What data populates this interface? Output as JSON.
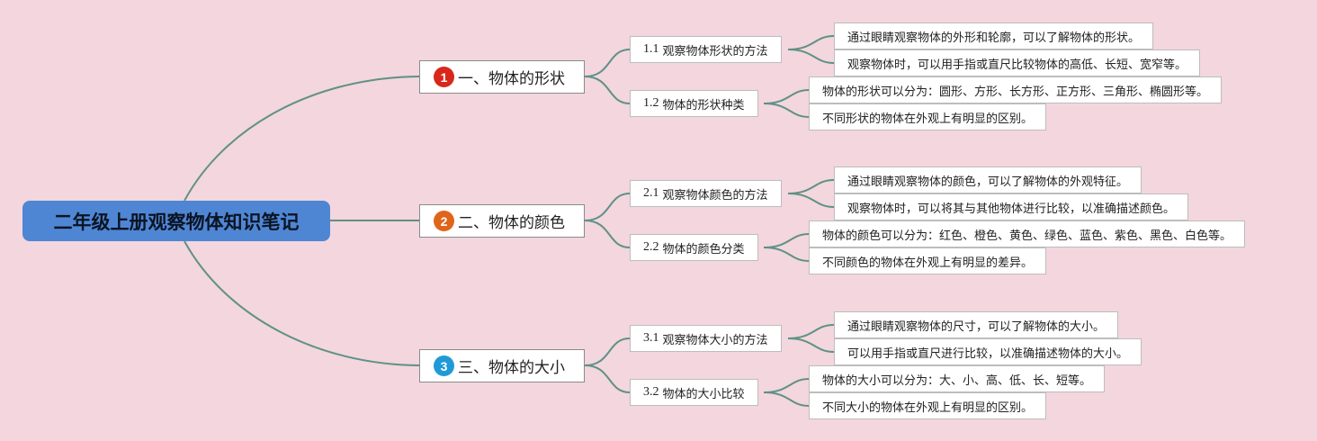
{
  "root": {
    "title": "二年级上册观察物体知识笔记"
  },
  "branches": [
    {
      "number": "1",
      "color": "#d9271c",
      "label": "一、物体的形状",
      "subs": [
        {
          "number": "1.1",
          "label": "观察物体形状的方法",
          "leaves": [
            "通过眼睛观察物体的外形和轮廓，可以了解物体的形状。",
            "观察物体时，可以用手指或直尺比较物体的高低、长短、宽窄等。"
          ]
        },
        {
          "number": "1.2",
          "label": "物体的形状种类",
          "leaves": [
            "物体的形状可以分为：圆形、方形、长方形、正方形、三角形、椭圆形等。",
            "不同形状的物体在外观上有明显的区别。"
          ]
        }
      ]
    },
    {
      "number": "2",
      "color": "#e0641a",
      "label": "二、物体的颜色",
      "subs": [
        {
          "number": "2.1",
          "label": "观察物体颜色的方法",
          "leaves": [
            "通过眼睛观察物体的颜色，可以了解物体的外观特征。",
            "观察物体时，可以将其与其他物体进行比较，以准确描述颜色。"
          ]
        },
        {
          "number": "2.2",
          "label": "物体的颜色分类",
          "leaves": [
            "物体的颜色可以分为：红色、橙色、黄色、绿色、蓝色、紫色、黑色、白色等。",
            "不同颜色的物体在外观上有明显的差异。"
          ]
        }
      ]
    },
    {
      "number": "3",
      "color": "#1f9ad6",
      "label": "三、物体的大小",
      "subs": [
        {
          "number": "3.1",
          "label": "观察物体大小的方法",
          "leaves": [
            "通过眼睛观察物体的尺寸，可以了解物体的大小。",
            "可以用手指或直尺进行比较，以准确描述物体的大小。"
          ]
        },
        {
          "number": "3.2",
          "label": "物体的大小比较",
          "leaves": [
            "物体的大小可以分为：大、小、高、低、长、短等。",
            "不同大小的物体在外观上有明显的区别。"
          ]
        }
      ]
    }
  ],
  "colors": {
    "background": "#f3d6de",
    "root_fill": "#4f86d4",
    "connector": "#5f9186"
  }
}
